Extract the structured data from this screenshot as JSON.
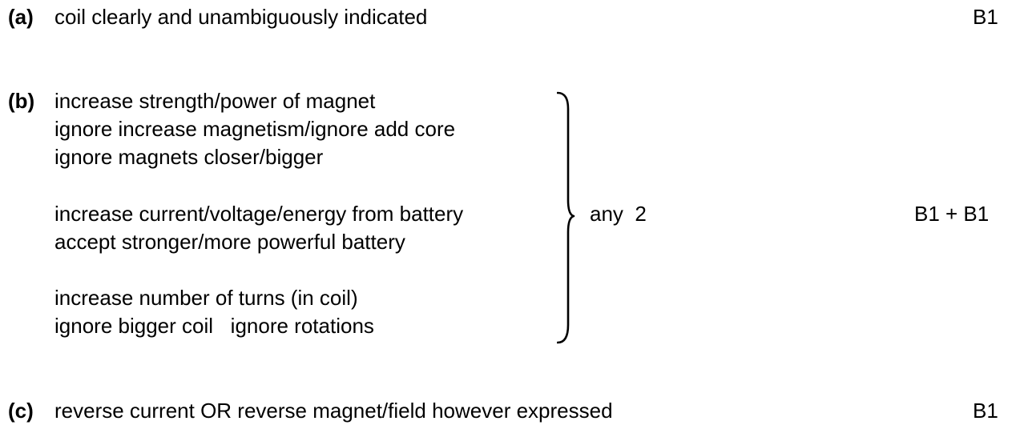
{
  "part_a": {
    "label": "(a)",
    "answer": "coil clearly and unambiguously indicated",
    "mark": "B1"
  },
  "part_b": {
    "label": "(b)",
    "lines": [
      "increase strength/power of magnet",
      "ignore increase magnetism/ignore add core",
      "ignore magnets closer/bigger",
      "increase current/voltage/energy from battery",
      "accept stronger/more powerful battery",
      "increase number of turns (in coil)",
      "ignore bigger coil   ignore rotations"
    ],
    "note": "any  2",
    "mark": "B1 + B1"
  },
  "part_c": {
    "label": "(c)",
    "answer": "reverse current OR reverse magnet/field however expressed",
    "mark": "B1"
  }
}
